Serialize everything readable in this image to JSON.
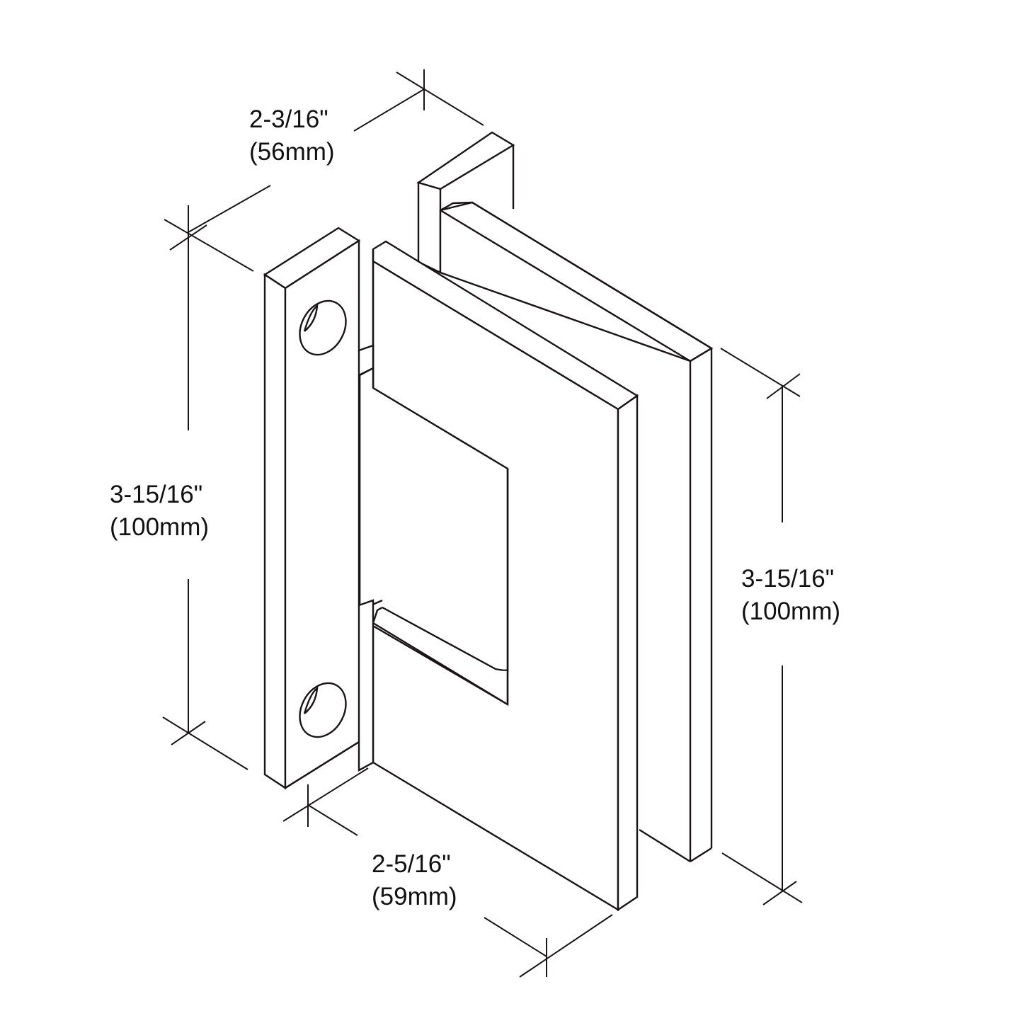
{
  "figure": {
    "subject": "glass-to-wall hinge, isometric dimension drawing",
    "line_color": "#1a1414",
    "background": "#ffffff"
  },
  "dimensions": {
    "top_depth": {
      "imperial": "2-3/16\"",
      "metric": "(56mm)"
    },
    "left_height": {
      "imperial": "3-15/16\"",
      "metric": "(100mm)"
    },
    "right_height": {
      "imperial": "3-15/16\"",
      "metric": "(100mm)"
    },
    "bottom_width": {
      "imperial": "2-5/16\"",
      "metric": "(59mm)"
    }
  }
}
